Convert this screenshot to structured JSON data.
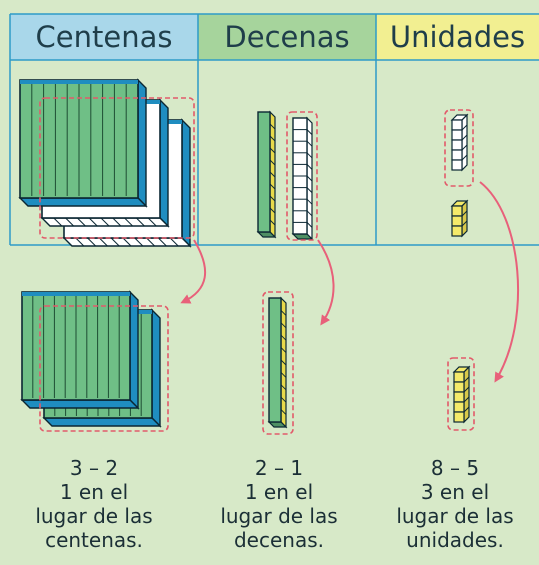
{
  "headers": [
    "Centenas",
    "Decenas",
    "Unidades"
  ],
  "colors": {
    "background": "#d7e9c8",
    "header_centenas": "#a9d7ea",
    "header_decenas": "#a6d49c",
    "header_unidades": "#f2ef91",
    "table_border": "#2e9bc7",
    "hundreds_flat": "#6fbf86",
    "hundreds_edge": "#1f8dc0",
    "tens_rod": "#6fbf86",
    "unit_cube": "#f4ea6a",
    "removed_outline": "#e25a6a",
    "arrow": "#e8607a"
  },
  "top_row": {
    "centenas": {
      "count": 3,
      "removed": 2
    },
    "decenas": {
      "count": 2,
      "removed": 1
    },
    "unidades": {
      "count": 8,
      "removed": 5
    }
  },
  "results": {
    "centenas": 1,
    "decenas": 1,
    "unidades": 3
  },
  "captions": [
    {
      "expr": "3 – 2",
      "num": "1",
      "l2": " en el",
      "l3": "lugar de las",
      "l4": "centenas."
    },
    {
      "expr": "2 – 1",
      "num": "1",
      "l2": " en el",
      "l3": "lugar de las",
      "l4": "decenas."
    },
    {
      "expr": "8 – 5",
      "num": "3",
      "l2": " en el",
      "l3": "lugar de las",
      "l4": "unidades."
    }
  ]
}
